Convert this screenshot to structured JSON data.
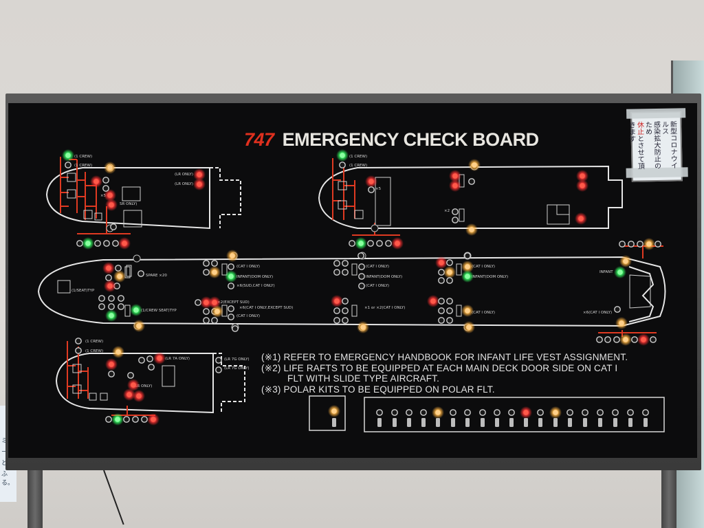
{
  "board": {
    "title_number": "747",
    "title_text": "EMERGENCY CHECK BOARD"
  },
  "notice": {
    "line1": "新型コロナウイルス",
    "line2": "感染拡大防止のため",
    "line3_red": "休止",
    "line3_rest": "とさせて頂きます"
  },
  "notes": [
    "(※1) REFER TO EMERGENCY HANDBOOK FOR INFANT LIFE VEST ASSIGNMENT.",
    "(※2) LIFE RAFTS TO BE EQUIPPED AT EACH MAIN DECK DOOR SIDE ON CAT I",
    "FLT WITH SLIDE TYPE AIRCRAFT.",
    "(※3) POLAR KITS TO BE EQUIPPED ON POLAR FLT."
  ],
  "labels": {
    "crew": "(1 CREW)",
    "lr_only": "(LR ONLY)",
    "lr7a_only": "(LR 7A ONLY)",
    "lr7g_only": "(LR 7G ONLY)",
    "sr_only": "SR ONLY)",
    "spare": "SPARE ×20",
    "seat_typ": "(1/SEAT)TYP",
    "crew_seat_typ": "(1/CREW SEAT)TYP",
    "cat1_only": "(CAT I ONLY)",
    "infant_dom": "INFANT(DOM ONLY)",
    "sud_cat1": "×6(SUD,CAT I ONLY)",
    "except_sud": "×2(EXCEPT SUD)",
    "cat1_except_sud": "×6(CAT I ONLY,EXCEPT SUD)",
    "x1_cat1": "×1 or ×2(CAT I ONLY)",
    "infant": "INFANT",
    "x6_cat1": "×6(CAT I ONLY)",
    "x5": "×5",
    "x2": "×2"
  },
  "colors": {
    "board": "#0c0c0d",
    "outline": "#e6e6e6",
    "wiring": "#e03a22",
    "led_red": "#ff2a2a",
    "led_green": "#2cff5a",
    "led_amber": "#ffae3a",
    "led_off": "#cfcfcf"
  }
}
